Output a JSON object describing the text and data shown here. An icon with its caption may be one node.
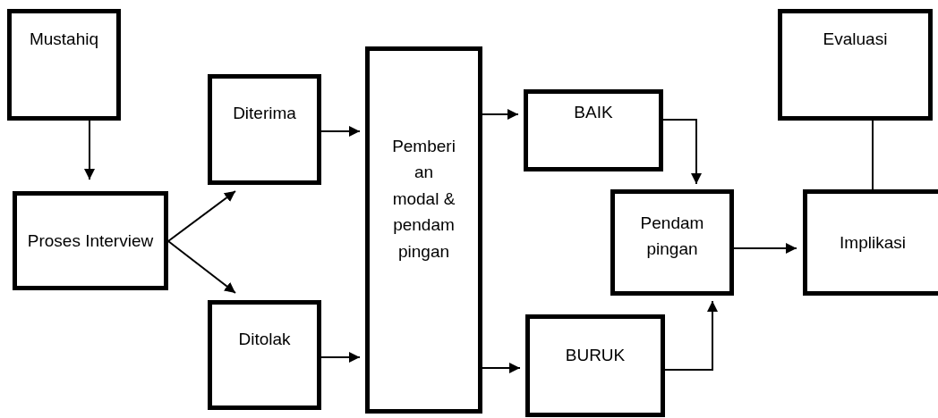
{
  "diagram": {
    "nodes": [
      {
        "text": [
          "Mustahiq"
        ]
      },
      {
        "text": [
          "Diterima"
        ]
      },
      {
        "text": [
          "Proses Interview"
        ]
      },
      {
        "text": [
          "Ditolak"
        ]
      },
      {
        "text": [
          "Pemberi an modal & pendam pingan"
        ]
      },
      {
        "text": [
          "BAIK"
        ]
      },
      {
        "text": [
          "BURUK"
        ]
      },
      {
        "text": [
          "Pendam pingan"
        ]
      },
      {
        "text": [
          "Evaluasi"
        ]
      },
      {
        "text": [
          "Implikasi"
        ]
      }
    ],
    "edges": [
      {
        "from": 0,
        "to": 2,
        "arrow": "to"
      },
      {
        "from": 2,
        "to": 1,
        "arrow": "to"
      },
      {
        "from": 2,
        "to": 3,
        "arrow": "to"
      },
      {
        "from": 1,
        "to": 4,
        "arrow": "to"
      },
      {
        "from": 3,
        "to": 4,
        "arrow": "to"
      },
      {
        "from": 4,
        "to": 5,
        "arrow": "to"
      },
      {
        "from": 4,
        "to": 6,
        "arrow": "to"
      },
      {
        "from": 5,
        "to": 7,
        "arrow": "to"
      },
      {
        "from": 6,
        "to": 7,
        "arrow": "to"
      },
      {
        "from": 7,
        "to": 9,
        "arrow": "to"
      },
      {
        "from": 8,
        "to": 9,
        "arrow": "none"
      }
    ]
  }
}
